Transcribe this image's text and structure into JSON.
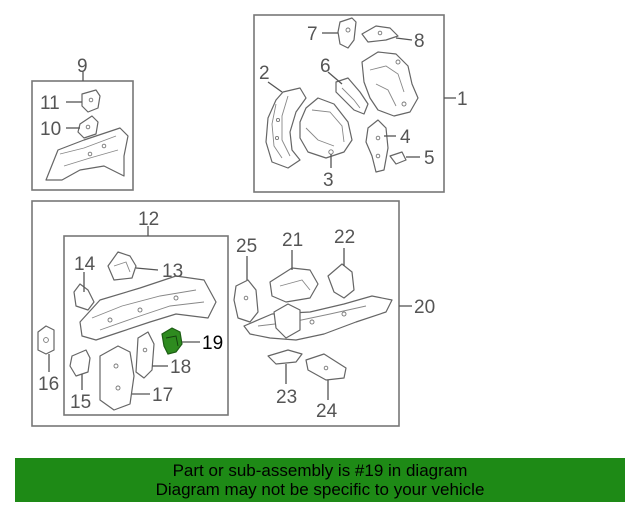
{
  "colors": {
    "banner_background": "#1e8a16",
    "highlight_part": "#2e8b1f",
    "line_art": "#666666"
  },
  "callouts": [
    "1",
    "2",
    "3",
    "4",
    "5",
    "6",
    "7",
    "8",
    "9",
    "10",
    "11",
    "12",
    "13",
    "14",
    "15",
    "16",
    "17",
    "18",
    "19",
    "20",
    "21",
    "22",
    "23",
    "24",
    "25"
  ],
  "highlighted_callout": "19",
  "banner": {
    "line1": "Part or sub-assembly is #19 in diagram",
    "line2": "Diagram may not be specific to your vehicle"
  }
}
